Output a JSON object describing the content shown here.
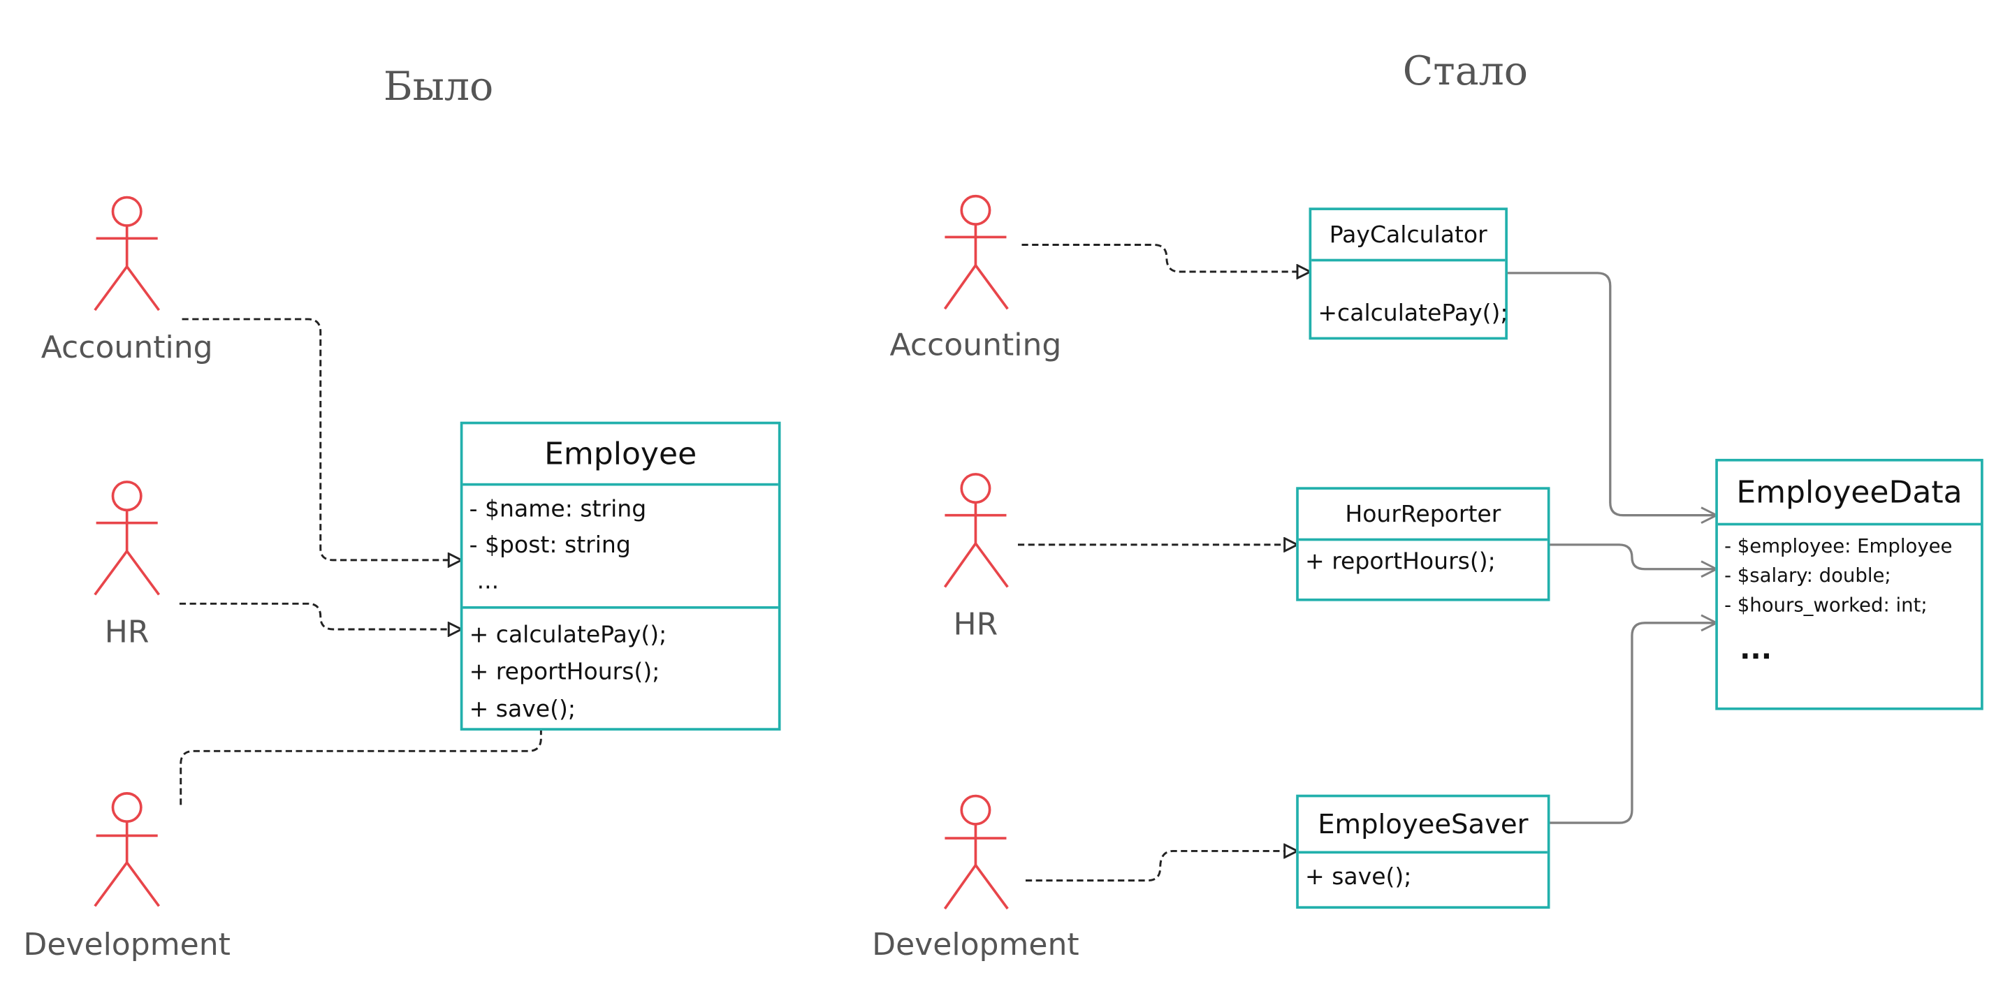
{
  "titles": {
    "before": "Было",
    "after": "Стало"
  },
  "before": {
    "actors": {
      "accounting": "Accounting",
      "hr": "HR",
      "development": "Development"
    },
    "employee": {
      "name": "Employee",
      "attributes": [
        "-  $name: string",
        "- $post: string",
        "..."
      ],
      "methods": [
        "+  calculatePay();",
        "+ reportHours();",
        "+ save();"
      ]
    }
  },
  "after": {
    "actors": {
      "accounting": "Accounting",
      "hr": "HR",
      "development": "Development"
    },
    "pay_calculator": {
      "name": "PayCalculator",
      "methods": [
        "+calculatePay();"
      ]
    },
    "hour_reporter": {
      "name": "HourReporter",
      "methods": [
        "+ reportHours();"
      ]
    },
    "employee_saver": {
      "name": "EmployeeSaver",
      "methods": [
        "+ save();"
      ]
    },
    "employee_data": {
      "name": "EmployeeData",
      "attributes": [
        "-  $employee: Employee",
        "-  $salary: double;",
        "-  $hours_worked: int;"
      ],
      "ellipsis": "..."
    }
  },
  "colors": {
    "actor": "#e8454a",
    "class_border": "#22b0ac",
    "dependency": "#222222",
    "association": "#808080"
  }
}
